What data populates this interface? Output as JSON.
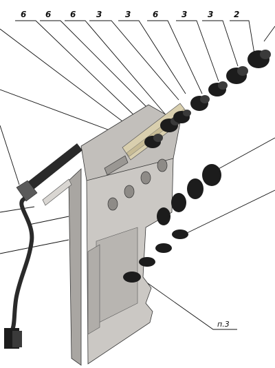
{
  "callouts": [
    {
      "text": "6"
    },
    {
      "text": "6"
    },
    {
      "text": "6"
    },
    {
      "text": "3"
    },
    {
      "text": "3"
    },
    {
      "text": "6"
    },
    {
      "text": "3"
    },
    {
      "text": "3"
    },
    {
      "text": "2"
    }
  ],
  "reference": {
    "text": "п.3"
  },
  "colors": {
    "panel_face": "#c9c6c2",
    "panel_side": "#a9a6a2",
    "panel_dark": "#8e8b87",
    "connector": "#1c1c1c",
    "cable": "#2a2a2a",
    "board": "#d9cfae"
  }
}
